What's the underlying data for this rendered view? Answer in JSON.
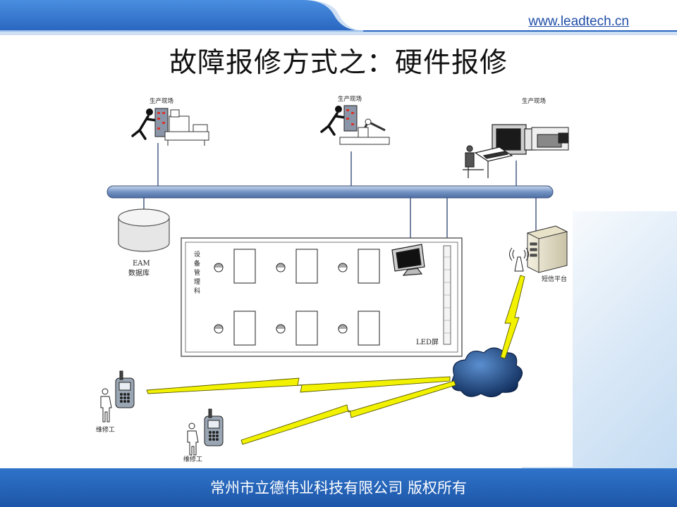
{
  "header": {
    "url": "www.leadtech.cn",
    "title": "故障报修方式之：硬件报修"
  },
  "diagram": {
    "site_label_1": "生产现场",
    "site_label_2": "生产现场",
    "site_label_3": "生产现场",
    "db_label_line1": "EAM",
    "db_label_line2": "数据库",
    "dept_label": [
      "设",
      "备",
      "管",
      "理",
      "科"
    ],
    "led_label": "LED屏",
    "sms_label": "短信平台",
    "worker_label_1": "维修工",
    "worker_label_2": "维修工"
  },
  "footer": {
    "text": "常州市立德伟业科技有限公司    版权所有"
  },
  "colors": {
    "header_blue": "#2f73c9",
    "footer_blue": "#1d56a8",
    "bolt_yellow": "#f2f200",
    "bus_blue": "#7393c4"
  }
}
